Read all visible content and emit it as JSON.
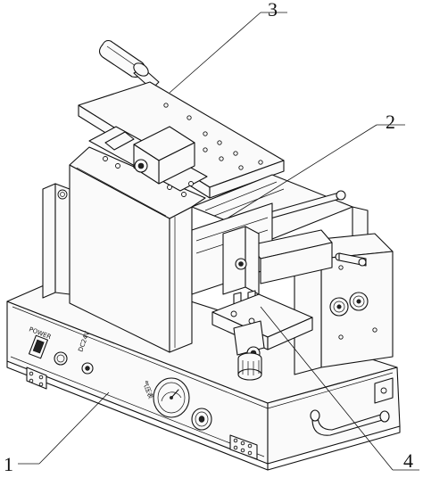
{
  "callouts": [
    {
      "id": "1",
      "label": "1"
    },
    {
      "id": "2",
      "label": "2"
    },
    {
      "id": "3",
      "label": "3"
    },
    {
      "id": "4",
      "label": "4"
    }
  ],
  "panel": {
    "switch_label": "POWER",
    "dc_label": "DC24V",
    "gauge_label": "气压表"
  }
}
